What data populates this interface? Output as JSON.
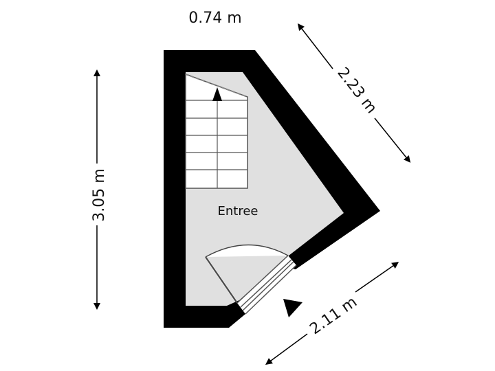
{
  "room": {
    "label": "Entree"
  },
  "dimensions": {
    "top": "0.74 m",
    "left": "3.05 m",
    "diagonal_upper": "2.23 m",
    "diagonal_lower": "2.11 m"
  },
  "colors": {
    "wall": "#000000",
    "floor": "#e0e0e0",
    "stair_fill": "#ffffff",
    "line": "#555555",
    "background": "#ffffff"
  }
}
